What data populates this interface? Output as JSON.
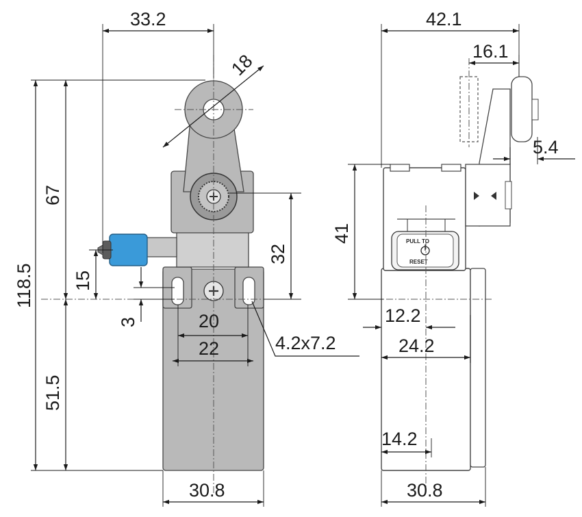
{
  "dimensions": {
    "d_33_2": "33.2",
    "d_18": "18",
    "d_67": "67",
    "d_118_5": "118.5",
    "d_32": "32",
    "d_15": "15",
    "d_3": "3",
    "d_20": "20",
    "d_22": "22",
    "d_4_2x7_2": "4.2x7.2",
    "d_51_5": "51.5",
    "d_30_8_front": "30.8",
    "d_42_1": "42.1",
    "d_16_1": "16.1",
    "d_5_4": "5.4",
    "d_41": "41",
    "d_12_2": "12.2",
    "d_24_2": "24.2",
    "d_14_2": "14.2",
    "d_30_8_side": "30.8"
  },
  "labels": {
    "pull_to": "PULL TO",
    "reset": "RESET"
  },
  "colors": {
    "housing": "#b9b9b9",
    "reset_button": "#3a9ad9",
    "line": "#1a1a1a"
  }
}
